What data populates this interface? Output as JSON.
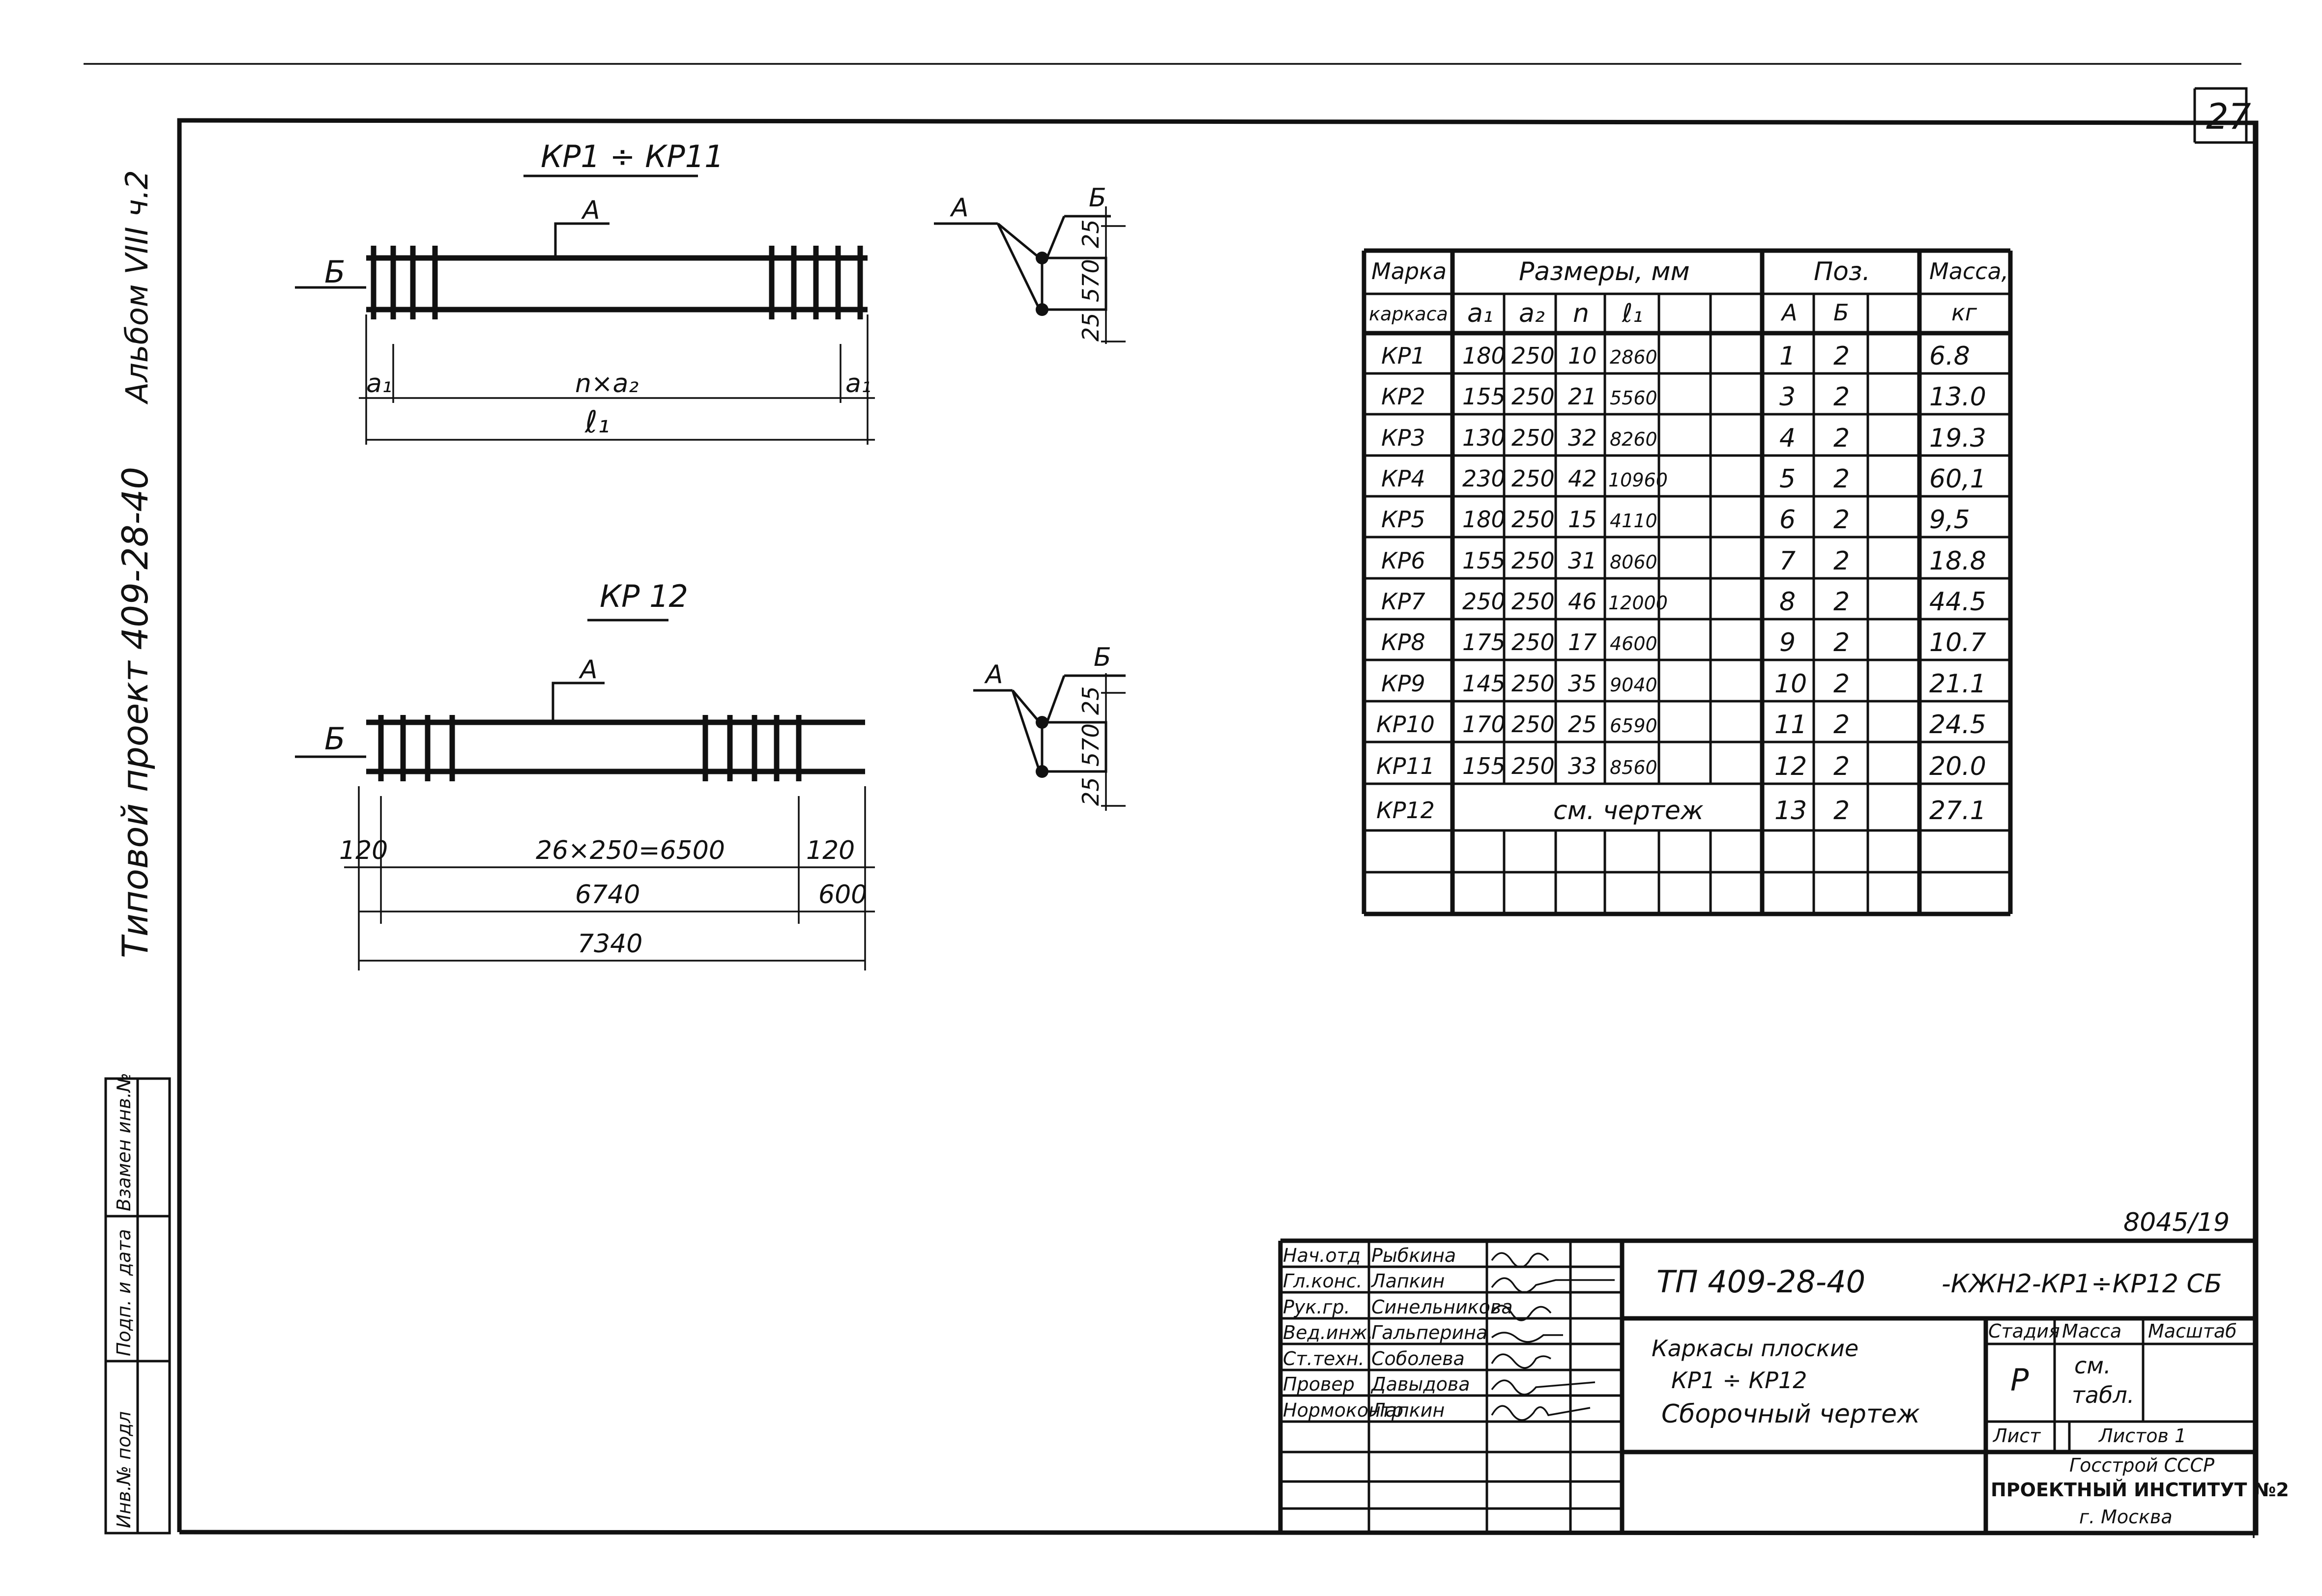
{
  "sheet": {
    "number": "27",
    "code": "8045/19"
  },
  "margin": {
    "project_vertical": "Типовой проект 409-28-40",
    "album": "Альбом VIII ч.2",
    "stamp_cols": [
      "Инв.№ подл",
      "Подп. и дата",
      "Взамен инв.№"
    ]
  },
  "drawing1": {
    "title": "КР1 ÷ КР11",
    "callout_a": "А",
    "callout_b": "Б",
    "dim_a1_left": "a₁",
    "dim_mid": "n×a₂",
    "dim_a1_right": "a₁",
    "dim_total": "ℓ₁"
  },
  "section1": {
    "label_a": "А",
    "label_b": "Б",
    "dim_top": "25",
    "dim_mid": "570",
    "dim_bottom": "25"
  },
  "drawing2": {
    "title": "КР 12",
    "callout_a": "А",
    "callout_b": "Б",
    "dim_left": "120",
    "dim_mid": "26×250=6500",
    "dim_right": "120",
    "dim_6740": "6740",
    "dim_600": "600",
    "dim_total": "7340"
  },
  "section2": {
    "label_a": "А",
    "label_b": "Б",
    "dim_top": "25",
    "dim_mid": "570",
    "dim_bottom": "25"
  },
  "table": {
    "header1": {
      "mark": "Марка",
      "sizes": "Размеры, мм",
      "pos": "Поз.",
      "mass": "Масса,"
    },
    "header2": {
      "mark": "каркаса",
      "a1": "a₁",
      "a2": "a₂",
      "n": "n",
      "l1": "ℓ₁",
      "pa": "А",
      "pb": "Б",
      "mass": "кг"
    },
    "rows": [
      {
        "mark": "КР1",
        "a1": "180",
        "a2": "250",
        "n": "10",
        "l1": "2860",
        "pa": "1",
        "pb": "2",
        "mass": "6.8"
      },
      {
        "mark": "КР2",
        "a1": "155",
        "a2": "250",
        "n": "21",
        "l1": "5560",
        "pa": "3",
        "pb": "2",
        "mass": "13.0"
      },
      {
        "mark": "КР3",
        "a1": "130",
        "a2": "250",
        "n": "32",
        "l1": "8260",
        "pa": "4",
        "pb": "2",
        "mass": "19.3"
      },
      {
        "mark": "КР4",
        "a1": "230",
        "a2": "250",
        "n": "42",
        "l1": "10960",
        "pa": "5",
        "pb": "2",
        "mass": "60,1"
      },
      {
        "mark": "КР5",
        "a1": "180",
        "a2": "250",
        "n": "15",
        "l1": "4110",
        "pa": "6",
        "pb": "2",
        "mass": "9,5"
      },
      {
        "mark": "КР6",
        "a1": "155",
        "a2": "250",
        "n": "31",
        "l1": "8060",
        "pa": "7",
        "pb": "2",
        "mass": "18.8"
      },
      {
        "mark": "КР7",
        "a1": "250",
        "a2": "250",
        "n": "46",
        "l1": "12000",
        "pa": "8",
        "pb": "2",
        "mass": "44.5"
      },
      {
        "mark": "КР8",
        "a1": "175",
        "a2": "250",
        "n": "17",
        "l1": "4600",
        "pa": "9",
        "pb": "2",
        "mass": "10.7"
      },
      {
        "mark": "КР9",
        "a1": "145",
        "a2": "250",
        "n": "35",
        "l1": "9040",
        "pa": "10",
        "pb": "2",
        "mass": "21.1"
      },
      {
        "mark": "КР10",
        "a1": "170",
        "a2": "250",
        "n": "25",
        "l1": "6590",
        "pa": "11",
        "pb": "2",
        "mass": "24.5"
      },
      {
        "mark": "КР11",
        "a1": "155",
        "a2": "250",
        "n": "33",
        "l1": "8560",
        "pa": "12",
        "pb": "2",
        "mass": "20.0"
      }
    ],
    "kr12": {
      "mark": "КР12",
      "note": "см. чертеж",
      "pa": "13",
      "pb": "2",
      "mass": "27.1"
    }
  },
  "titleblock": {
    "roles": [
      "Нач.отд",
      "Гл.конс.",
      "Рук.гр.",
      "Вед.инж.",
      "Ст.техн.",
      "Провер",
      "Нормоконтр"
    ],
    "names": [
      "Рыбкина",
      "Лапкин",
      "Синельникова",
      "Гальперина",
      "Соболева",
      "Давыдова",
      "Лапкин"
    ],
    "doc_code": "ТП 409-28-40",
    "doc_suffix": "-КЖН2-КР1÷КР12 СБ",
    "desc1": "Каркасы плоские",
    "desc2": "КР1 ÷ КР12",
    "desc3": "Сборочный чертеж",
    "stage_label": "Стадия",
    "mass_label": "Масса",
    "scale_label": "Масштаб",
    "stage": "Р",
    "mass_value1": "см.",
    "mass_value2": "табл.",
    "sheet_label": "Лист",
    "sheets_label": "Листов 1",
    "org1": "Госстрой СССР",
    "org2": "ПРОЕКТНЫЙ ИНСТИТУТ №2",
    "org3": "г. Москва"
  }
}
